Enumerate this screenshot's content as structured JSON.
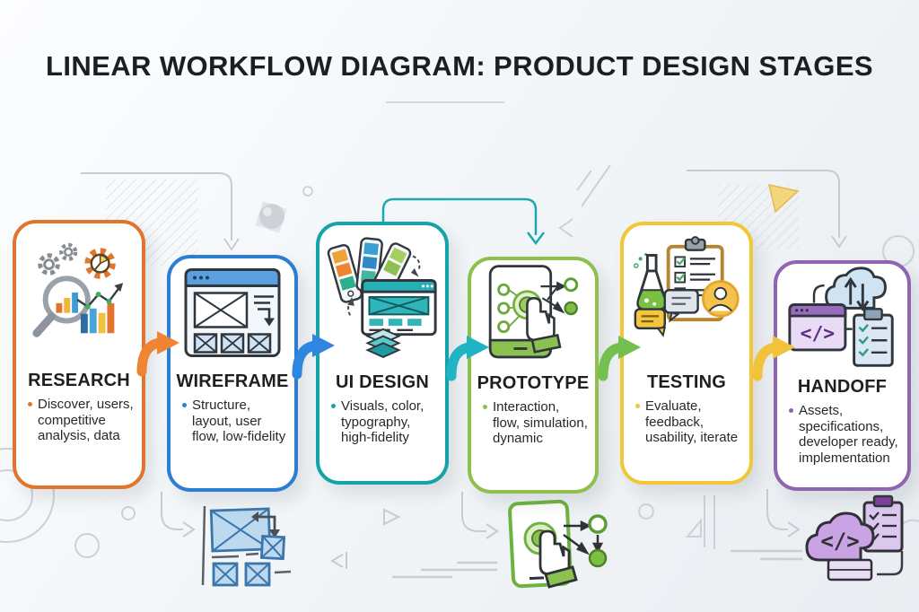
{
  "title": "LINEAR WORKFLOW DIAGRAM: PRODUCT DESIGN STAGES",
  "stages": [
    {
      "name": "RESEARCH",
      "description": "Discover, users, competitive analysis, data",
      "color": "#E2752E",
      "icon": "research-icon"
    },
    {
      "name": "WIREFRAME",
      "description": "Structure, layout, user flow, low-fidelity",
      "color": "#2D7DD2",
      "icon": "wireframe-icon"
    },
    {
      "name": "UI DESIGN",
      "description": "Visuals, color, typography, high-fidelity",
      "color": "#14A3A8",
      "icon": "ui-design-icon"
    },
    {
      "name": "PROTOTYPE",
      "description": "Interaction, flow, simulation, dynamic",
      "color": "#8FC04E",
      "icon": "prototype-icon"
    },
    {
      "name": "TESTING",
      "description": "Evaluate, feedback, usability, iterate",
      "color": "#F1C737",
      "icon": "testing-icon"
    },
    {
      "name": "HANDOFF",
      "description": "Assets, specifications, developer ready, implementation",
      "color": "#9065B0",
      "icon": "handoff-icon"
    }
  ],
  "flow_arrows": [
    {
      "from": "RESEARCH",
      "to": "WIREFRAME",
      "color": "#EE8434"
    },
    {
      "from": "WIREFRAME",
      "to": "UI DESIGN",
      "color": "#2E86E0"
    },
    {
      "from": "UI DESIGN",
      "to": "PROTOTYPE",
      "color": "#1FB3C4"
    },
    {
      "from": "PROTOTYPE",
      "to": "TESTING",
      "color": "#74C04F"
    },
    {
      "from": "TESTING",
      "to": "HANDOFF",
      "color": "#F2C23A"
    }
  ],
  "skip_connector_color": "#1BA8AE",
  "decoration_color": "#C9CED4",
  "decorative_icons": [
    "wireframe-sketch-icon",
    "prototype-touch-icon",
    "handoff-cloud-icon"
  ]
}
